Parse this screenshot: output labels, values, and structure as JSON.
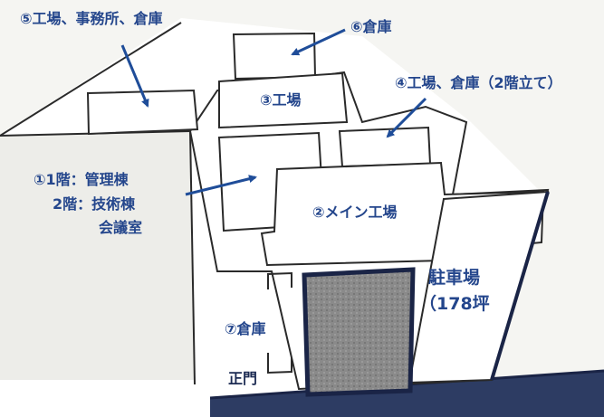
{
  "labels": {
    "building5": "⑤工場、事務所、倉庫",
    "building6": "⑥倉庫",
    "building3": "③工場",
    "building4": "④工場、倉庫（2階立て）",
    "building1_line1": "①1階：管理棟",
    "building1_line2": "2階：技術棟",
    "building1_line3": "会議室",
    "building2": "②メイン工場",
    "parking": "駐車場",
    "parking_area": "（178坪",
    "building7": "⑦倉庫",
    "main_gate": "正門"
  },
  "colors": {
    "label_text": "#24468c",
    "arrow": "#1f4d99",
    "outline": "#2a2a2a",
    "road": "#2d3c63",
    "road_edge": "#1a2446",
    "background_shade": "#e8e8e3",
    "building_fill": "#ffffff",
    "courtyard": "#8b8b8b"
  }
}
